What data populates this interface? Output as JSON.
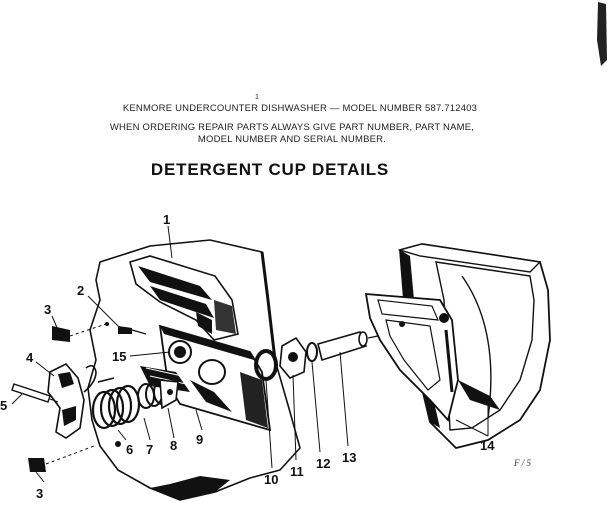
{
  "header": {
    "mark": "1",
    "line1": "KENMORE UNDERCOUNTER DISHWASHER — MODEL NUMBER 587.712403",
    "line2": "WHEN ORDERING REPAIR PARTS ALWAYS GIVE PART NUMBER, PART NAME,",
    "line3": "MODEL NUMBER AND SERIAL NUMBER."
  },
  "title": "DETERGENT CUP DETAILS",
  "page_ref": "F / 5",
  "callouts": [
    "1",
    "2",
    "3",
    "15",
    "4",
    "5",
    "6",
    "7",
    "8",
    "9",
    "10",
    "11",
    "12",
    "13",
    "14",
    "3"
  ]
}
